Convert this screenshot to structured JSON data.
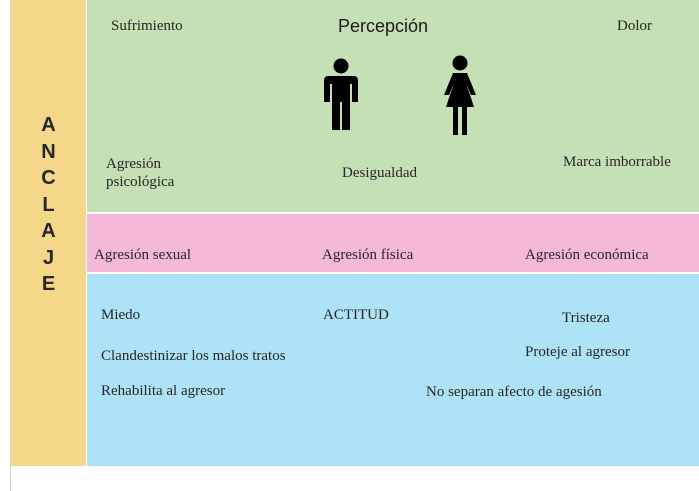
{
  "anchor": {
    "letters": [
      "A",
      "N",
      "C",
      "L",
      "A",
      "J",
      "E"
    ]
  },
  "green_band": {
    "sufrimiento": "Sufrimiento",
    "percepcion": "Percepción",
    "dolor": "Dolor",
    "agresion_psicologica": "Agresión psicológica",
    "desigualdad": "Desigualdad",
    "marca_imborrable": "Marca imborrable",
    "icons": [
      "male-figure-icon",
      "female-figure-icon"
    ]
  },
  "pink_band": {
    "agresion_sexual": "Agresión sexual",
    "agresion_fisica": "Agresión física",
    "agresion_economica": "Agresión económica"
  },
  "blue_band": {
    "miedo": "Miedo",
    "actitud": "ACTITUD",
    "tristeza": "Tristeza",
    "clandestinizar": "Clandestinizar los malos tratos",
    "proteje": "Proteje al agresor",
    "rehabilita": "Rehabilita al agresor",
    "no_separan": "No separan afecto de agesión"
  },
  "colors": {
    "anchor": "#f5d78a",
    "green": "#c5e0b4",
    "pink": "#f5b8d6",
    "blue": "#aee2f6",
    "text": "#262626"
  }
}
